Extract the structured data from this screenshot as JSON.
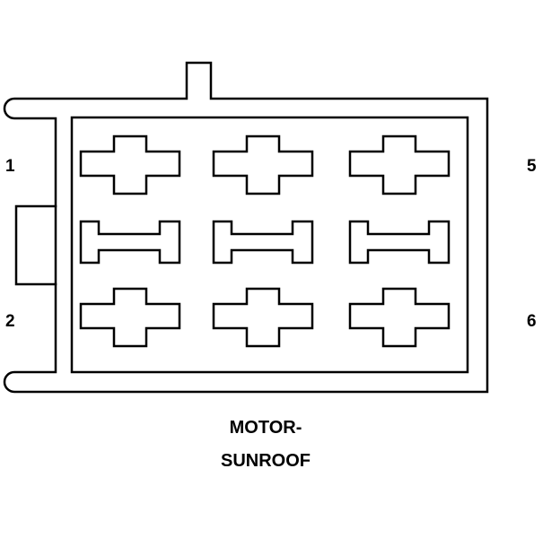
{
  "connector": {
    "title_line1": "MOTOR-",
    "title_line2": "SUNROOF",
    "pins": {
      "top_left": "1",
      "bottom_left": "2",
      "top_right": "5",
      "bottom_right": "6"
    }
  }
}
